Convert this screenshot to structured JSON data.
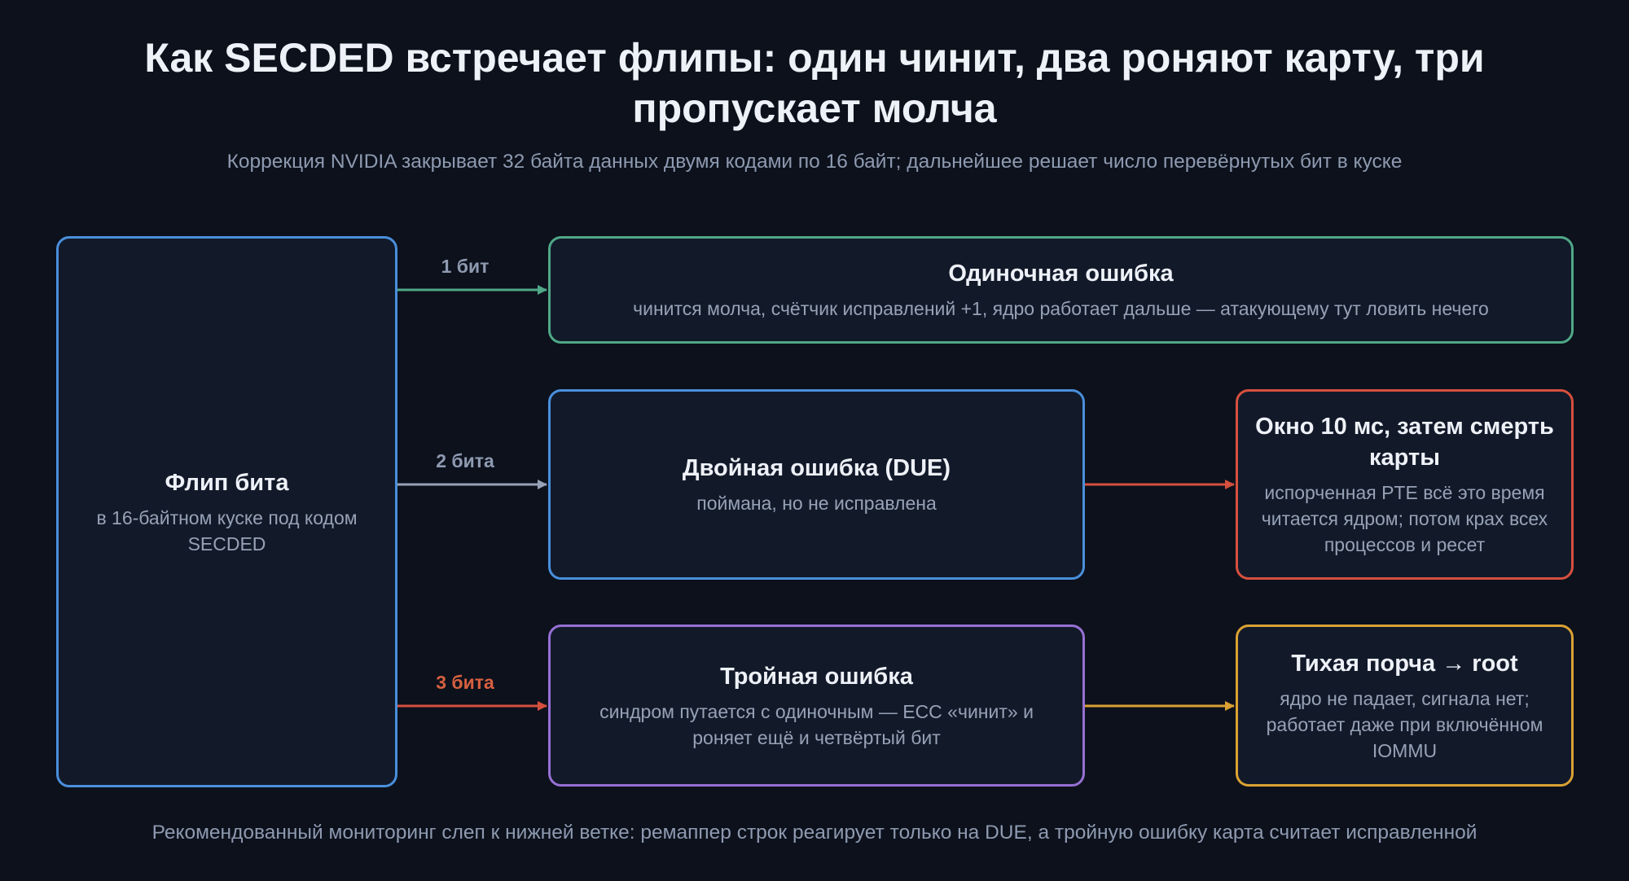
{
  "title": "Как SECDED встречает флипы: один чинит, два роняют карту, три пропускает молча",
  "subtitle": "Коррекция NVIDIA закрывает 32 байта данных двумя кодами по 16 байт; дальнейшее решает число перевёрнутых бит в куске",
  "footer": "Рекомендованный мониторинг слеп к нижней ветке: ремаппер строк реагирует только на DUE, а тройную ошибку карта считает исправленной",
  "nodes": {
    "source": {
      "title": "Флип бита",
      "desc": "в 16-байтном куске под кодом SECDED",
      "color": "#4a8fdb"
    },
    "single": {
      "title": "Одиночная ошибка",
      "desc": "чинится молча, счётчик исправлений +1, ядро работает дальше — атакующему тут ловить нечего",
      "color": "#4fa886"
    },
    "double": {
      "title": "Двойная ошибка (DUE)",
      "desc": "поймана, но не исправлена",
      "color": "#4a8fdb"
    },
    "triple": {
      "title": "Тройная ошибка",
      "desc": "синдром путается с одиночным — ECC «чинит» и роняет ещё и четвёртый бит",
      "color": "#9670d3"
    },
    "death": {
      "title": "Окно 10 мс, затем смерть карты",
      "desc": "испорченная PTE всё это время читается ядром; потом крах всех процессов и ресет",
      "color": "#d6503e"
    },
    "silent": {
      "title": "Тихая порча → root",
      "desc": "ядро не падает, сигнала нет; работает даже при включённом IOMMU",
      "color": "#dba233"
    }
  },
  "edges": [
    {
      "from": "source",
      "to": "single",
      "label": "1 бит",
      "color": "#4fa886"
    },
    {
      "from": "source",
      "to": "double",
      "label": "2 бита",
      "color": "#97a2b6"
    },
    {
      "from": "source",
      "to": "triple",
      "label": "3 бита",
      "color": "#d6503e"
    },
    {
      "from": "double",
      "to": "death",
      "label": "",
      "color": "#d6503e"
    },
    {
      "from": "triple",
      "to": "silent",
      "label": "",
      "color": "#dba233"
    }
  ]
}
